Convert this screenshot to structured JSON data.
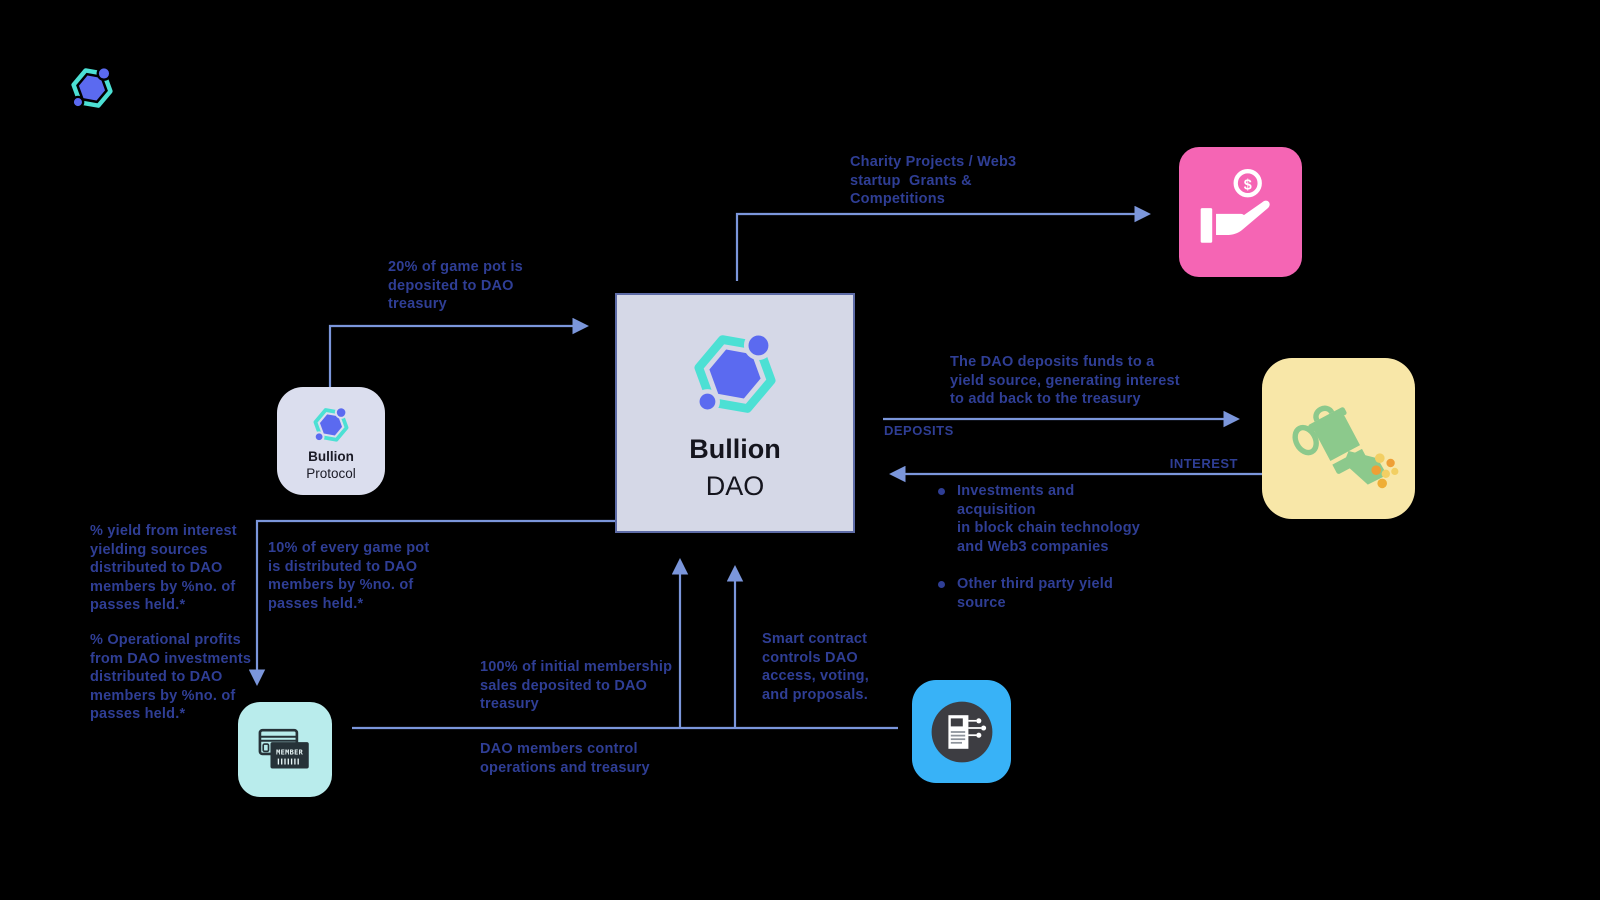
{
  "dao_box": {
    "name_line1": "Bullion",
    "name_line2": "DAO"
  },
  "protocol_box": {
    "name_line1": "Bullion",
    "name_line2": "Protocol"
  },
  "member_card": {
    "label": "MEMBER"
  },
  "flows": {
    "charity": "Charity Projects / Web3\nstartup  Grants &\nCompetitions",
    "game_pot_20": "20% of game pot is\ndeposited to DAO\ntreasury",
    "deposit_desc": "The DAO deposits funds to a\nyield source, generating interest\nto add back to the treasury",
    "deposits_label": "DEPOSITS",
    "interest_label": "INTEREST",
    "investments_bullet": "Investments and acquisition\nin block chain technology\nand Web3 companies",
    "third_party_bullet": "Other third party yield\nsource",
    "yield_distribution": "% yield from interest\nyielding sources\ndistributed to DAO\nmembers by %no. of\npasses held.*",
    "operational_profits": "% Operational profits\nfrom DAO investments\ndistributed to DAO\nmembers by %no. of\npasses held.*",
    "game_pot_10": "10% of every game pot\nis distributed to DAO\nmembers by %no. of\npasses held.*",
    "membership_sales": "100% of initial membership\nsales deposited to DAO\ntreasury",
    "members_control": "DAO members control\noperations and treasury",
    "smart_contract": "Smart contract\ncontrols DAO\naccess, voting,\nand proposals."
  },
  "icons": {
    "logo": "bullion-hexagon-logo-icon",
    "charity": "hand-coin-icon",
    "yield_source": "watering-can-icon",
    "membership": "member-card-icon",
    "smart_contract": "contract-document-icon",
    "coin_symbol": "$"
  },
  "colors": {
    "background": "#000000",
    "note_text": "#2f3e95",
    "arrow": "#7b96db",
    "dao_box_fill": "#d5d8e7",
    "dao_box_border": "#5d6ba6",
    "protocol_fill": "#dbdeee",
    "charity_fill": "#f565b4",
    "yield_fill": "#f8e7a8",
    "member_fill": "#b9ecec",
    "contract_fill": "#38b2f7",
    "logo_blue": "#5b6af0",
    "logo_teal": "#4ce0d4"
  }
}
